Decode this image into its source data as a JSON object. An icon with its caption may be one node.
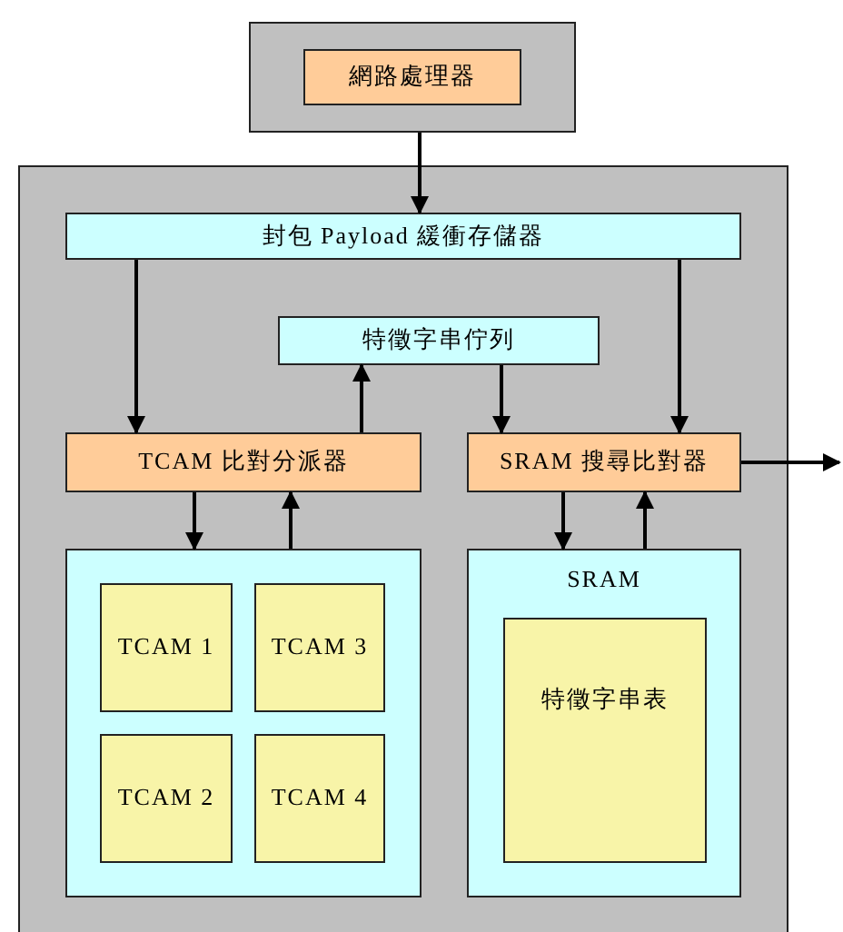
{
  "diagram": {
    "nodes": [
      {
        "text": [],
        "shape": "box"
      },
      {
        "text": [
          "網路處理器"
        ],
        "in": 0
      },
      {
        "text": [],
        "shape": "box"
      },
      {
        "text": [
          "封包 Payload 緩衝存儲器"
        ],
        "in": 2
      },
      {
        "text": [
          "特徵字串佇列"
        ],
        "in": 2
      },
      {
        "text": [
          "TCAM 比對分派器"
        ],
        "in": 2
      },
      {
        "text": [
          "SRAM 搜尋比對器"
        ],
        "in": 2
      },
      {
        "text": [],
        "shape": "box",
        "in": 2
      },
      {
        "text": [
          "TCAM 1"
        ],
        "in": 7
      },
      {
        "text": [
          "TCAM 3"
        ],
        "in": 7
      },
      {
        "text": [
          "TCAM 2"
        ],
        "in": 7
      },
      {
        "text": [
          "TCAM 4"
        ],
        "in": 7
      },
      {
        "text": [
          "SRAM"
        ],
        "in": 2
      },
      {
        "text": [
          "特徵字串表"
        ],
        "in": 12
      }
    ],
    "edges": [
      {
        "from": 0,
        "to": 3,
        "arrow": "to"
      },
      {
        "from": 3,
        "to": 5,
        "arrow": "to"
      },
      {
        "from": 3,
        "to": 6,
        "arrow": "to"
      },
      {
        "from": 5,
        "to": 4,
        "arrow": "to"
      },
      {
        "from": 4,
        "to": 6,
        "arrow": "to"
      },
      {
        "from": 6,
        "to": null,
        "arrow": "to"
      },
      {
        "from": 5,
        "to": 7,
        "arrow": "to"
      },
      {
        "from": 7,
        "to": 5,
        "arrow": "to"
      },
      {
        "from": 6,
        "to": 12,
        "arrow": "to"
      },
      {
        "from": 12,
        "to": 6,
        "arrow": "to"
      }
    ]
  }
}
